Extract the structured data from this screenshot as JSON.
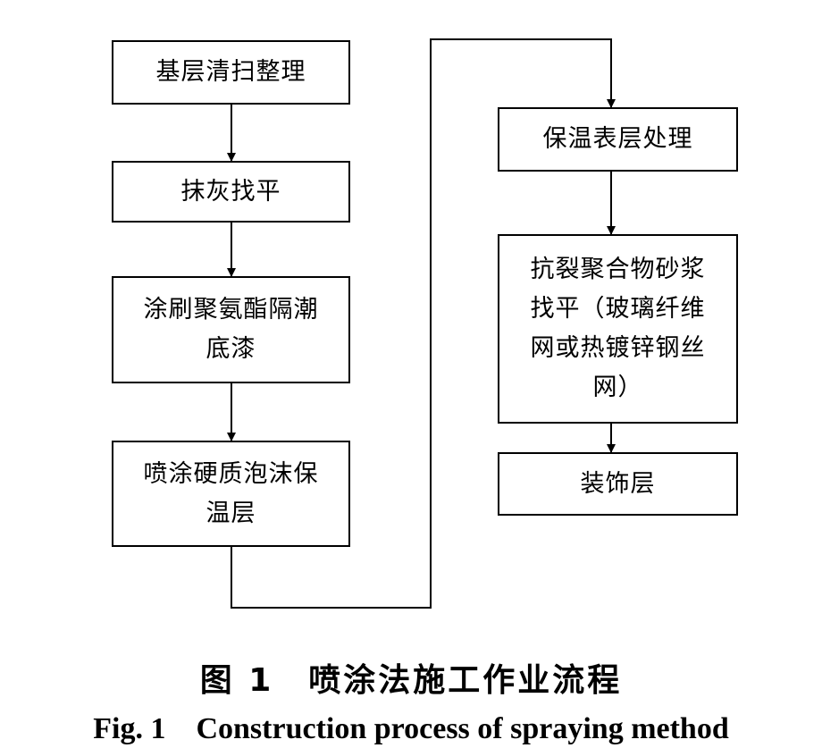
{
  "flowchart": {
    "steps": [
      "基层清扫整理",
      "抹灰找平",
      "涂刷聚氨酯隔潮\n底漆",
      "喷涂硬质泡沫保\n温层",
      "保温表层处理",
      "抗裂聚合物砂浆\n找平（玻璃纤维\n网或热镀锌钢丝\n网）",
      "装饰层"
    ]
  },
  "caption": {
    "cn": "图 1　喷涂法施工作业流程",
    "en": "Fig. 1　Construction process of spraying method"
  },
  "colors": {
    "stroke": "#000000",
    "background": "#ffffff"
  }
}
